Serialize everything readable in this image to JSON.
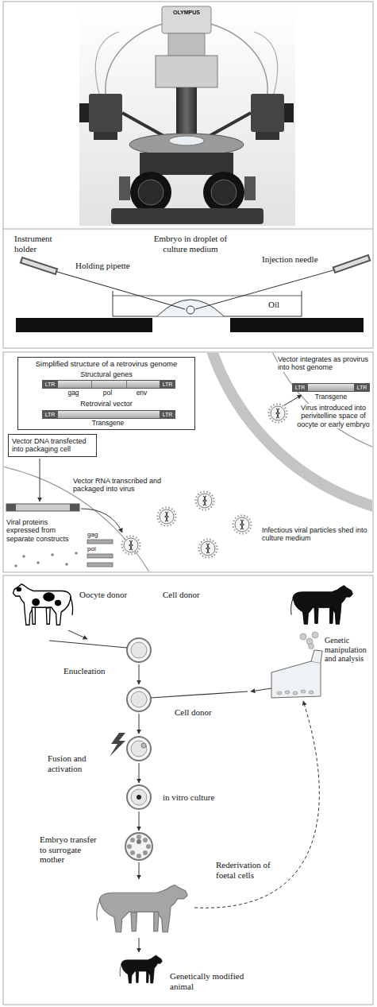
{
  "diagram": {
    "nodes": [
      {
        "text": [
          "Simplified structure of a retrovirus genome",
          "Structural genes",
          "Retroviral vector"
        ]
      },
      {
        "text": [
          "LTR",
          "LTR"
        ],
        "in": 0
      },
      {
        "text": [
          "LTR",
          "LTR"
        ],
        "in": 0
      },
      {
        "text": [
          "LTR",
          "LTR"
        ]
      },
      {
        "text": [
          "Vector DNA transfected into packaging cell"
        ]
      }
    ],
    "labels": [
      "OLYMPUS",
      "Instrument holder",
      "Embryo in droplet of culture medium",
      "Holding pipette",
      "Injection needle",
      "Oil",
      "gag",
      "pol",
      "env",
      "Transgene",
      "Vector integrates as provirus into host genome",
      "Transgene",
      "Virus introduced into perivitelline space of oocyte or early embryo",
      "Vector RNA transcribed and packaged into virus",
      "Viral proteins expressed from separate constructs",
      "gag",
      "pol",
      "Infectious viral particles shed into culture medium",
      "Oocyte donor",
      "Cell donor",
      "Genetic manipulation and analysis",
      "Enucleation",
      "Cell donor",
      "Fusion and activation",
      "in vitro culture",
      "Embryo transfer to surrogate mother",
      "Rederivation of foetal cells",
      "Genetically modified animal"
    ]
  }
}
